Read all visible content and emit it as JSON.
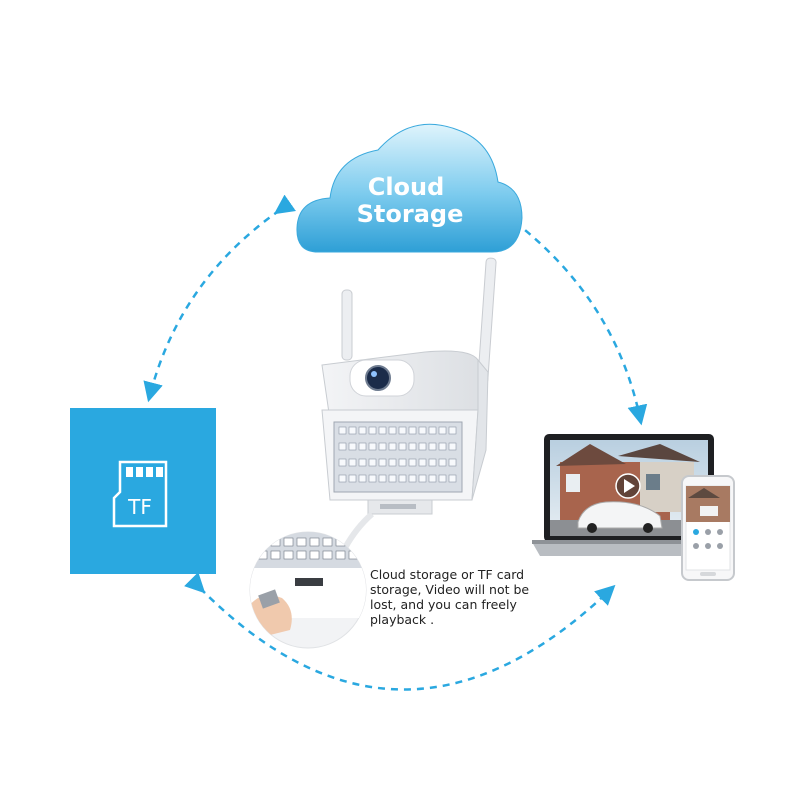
{
  "cloud": {
    "line1": "Cloud",
    "line2": "Storage"
  },
  "tf_card": {
    "label": "TF"
  },
  "caption": {
    "lines": [
      "Cloud storage or TF card",
      "storage, Video will not be",
      "lost, and you can freely",
      "playback ."
    ]
  },
  "colors": {
    "arrow": "#2aa8e0",
    "tf_box": "#2aa8e0",
    "cloud_top": "#d8f1fb",
    "cloud_bottom": "#35a7dc"
  }
}
